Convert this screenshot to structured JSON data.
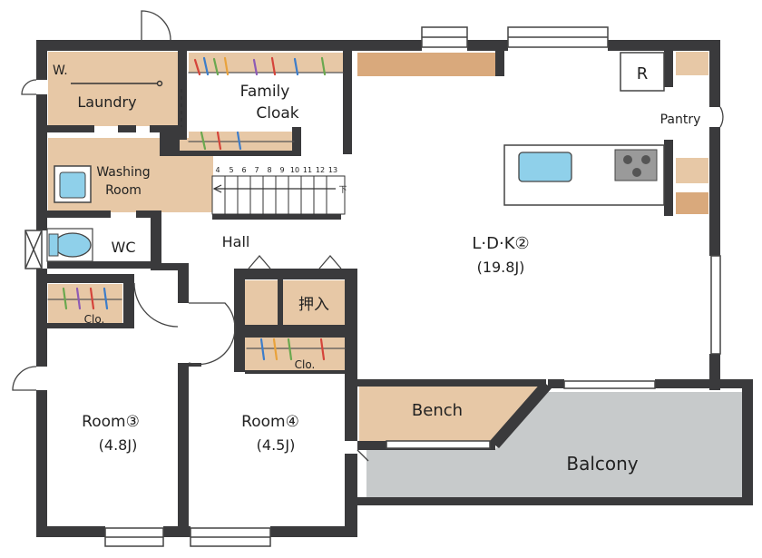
{
  "rooms": {
    "washer": "W.",
    "laundry": "Laundry",
    "family_cloak_line1": "Family",
    "family_cloak_line2": "Cloak",
    "washing_room_line1": "Washing",
    "washing_room_line2": "Room",
    "wc": "WC",
    "hall": "Hall",
    "ldk_name": "L·D·K②",
    "ldk_size": "(19.8J)",
    "refrigerator": "R",
    "pantry": "Pantry",
    "closet_oshiire": "押入",
    "room3_closet": "Clo.",
    "room4_closet": "Clo.",
    "room3_name": "Room③",
    "room3_size": "(4.8J)",
    "room4_name": "Room④",
    "room4_size": "(4.5J)",
    "bench": "Bench",
    "balcony": "Balcony"
  },
  "stairs": {
    "steps": [
      "4",
      "5",
      "6",
      "7",
      "8",
      "9",
      "10",
      "11",
      "12",
      "13"
    ],
    "down_mark": "下"
  },
  "colors": {
    "wall": "#3a3a3c",
    "wood": "#e7c8a6",
    "balcony": "#c7cacb",
    "water": "#8fd0ea",
    "hanger_palette": [
      "#d5443a",
      "#6aa84f",
      "#3d7dca",
      "#e9a23b",
      "#8e5bb5"
    ]
  }
}
